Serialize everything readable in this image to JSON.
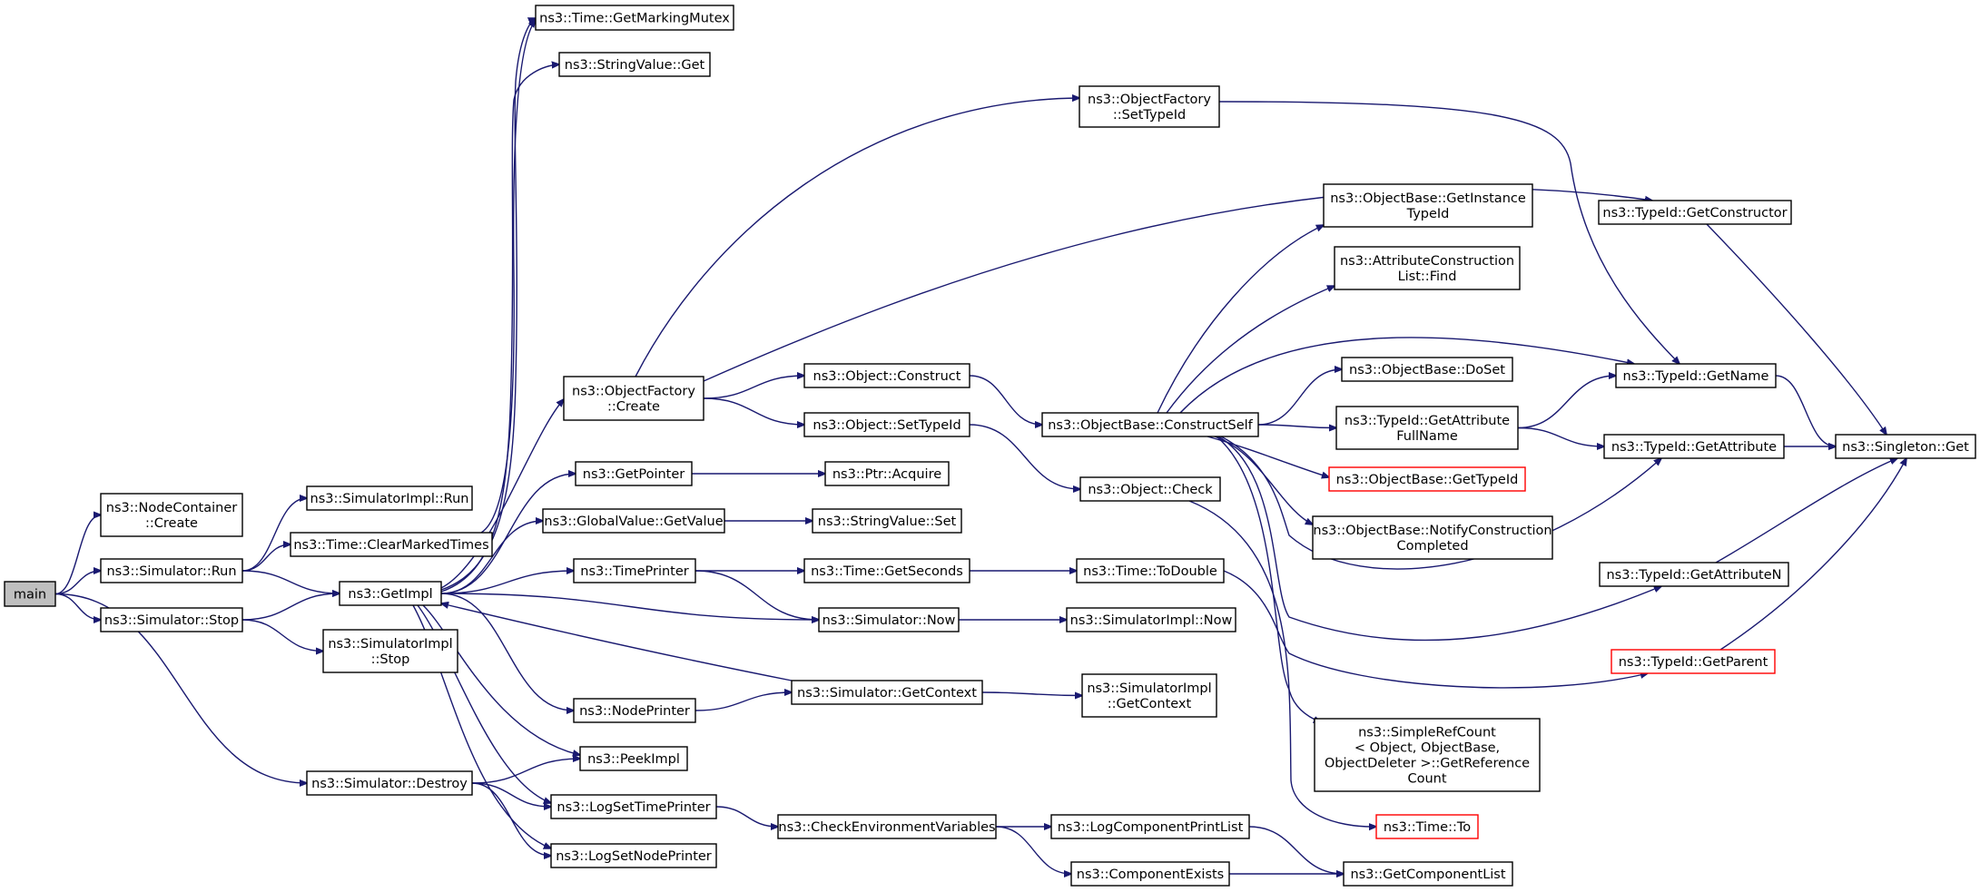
{
  "diagram": {
    "edge_color": "#191970",
    "nodes": [
      {
        "id": "main",
        "lines": [
          "main"
        ],
        "style": "current"
      },
      {
        "id": "nc_create",
        "lines": [
          "ns3::NodeContainer",
          "::Create"
        ],
        "style": "normal"
      },
      {
        "id": "sim_run",
        "lines": [
          "ns3::Simulator::Run"
        ],
        "style": "normal"
      },
      {
        "id": "sim_stop",
        "lines": [
          "ns3::Simulator::Stop"
        ],
        "style": "normal"
      },
      {
        "id": "sim_destroy",
        "lines": [
          "ns3::Simulator::Destroy"
        ],
        "style": "normal"
      },
      {
        "id": "simimpl_run",
        "lines": [
          "ns3::SimulatorImpl::Run"
        ],
        "style": "normal"
      },
      {
        "id": "time_clear",
        "lines": [
          "ns3::Time::ClearMarkedTimes"
        ],
        "style": "normal"
      },
      {
        "id": "getimpl",
        "lines": [
          "ns3::GetImpl"
        ],
        "style": "normal"
      },
      {
        "id": "simimpl_stop",
        "lines": [
          "ns3::SimulatorImpl",
          "::Stop"
        ],
        "style": "normal"
      },
      {
        "id": "time_mutex",
        "lines": [
          "ns3::Time::GetMarkingMutex"
        ],
        "style": "normal"
      },
      {
        "id": "strval_get",
        "lines": [
          "ns3::StringValue::Get"
        ],
        "style": "normal"
      },
      {
        "id": "of_create",
        "lines": [
          "ns3::ObjectFactory",
          "::Create"
        ],
        "style": "normal"
      },
      {
        "id": "getpointer",
        "lines": [
          "ns3::GetPointer"
        ],
        "style": "normal"
      },
      {
        "id": "gv_getvalue",
        "lines": [
          "ns3::GlobalValue::GetValue"
        ],
        "style": "normal"
      },
      {
        "id": "timeprinter",
        "lines": [
          "ns3::TimePrinter"
        ],
        "style": "normal"
      },
      {
        "id": "nodeprinter",
        "lines": [
          "ns3::NodePrinter"
        ],
        "style": "normal"
      },
      {
        "id": "peekimpl",
        "lines": [
          "ns3::PeekImpl"
        ],
        "style": "normal"
      },
      {
        "id": "logsettime",
        "lines": [
          "ns3::LogSetTimePrinter"
        ],
        "style": "normal"
      },
      {
        "id": "logsetnode",
        "lines": [
          "ns3::LogSetNodePrinter"
        ],
        "style": "normal"
      },
      {
        "id": "of_settypeid",
        "lines": [
          "ns3::ObjectFactory",
          "::SetTypeId"
        ],
        "style": "normal"
      },
      {
        "id": "obj_construct",
        "lines": [
          "ns3::Object::Construct"
        ],
        "style": "normal"
      },
      {
        "id": "obj_settypeid",
        "lines": [
          "ns3::Object::SetTypeId"
        ],
        "style": "normal"
      },
      {
        "id": "ptr_acquire",
        "lines": [
          "ns3::Ptr::Acquire"
        ],
        "style": "normal"
      },
      {
        "id": "strval_set",
        "lines": [
          "ns3::StringValue::Set"
        ],
        "style": "normal"
      },
      {
        "id": "time_getseconds",
        "lines": [
          "ns3::Time::GetSeconds"
        ],
        "style": "normal"
      },
      {
        "id": "sim_now",
        "lines": [
          "ns3::Simulator::Now"
        ],
        "style": "normal"
      },
      {
        "id": "sim_getcontext",
        "lines": [
          "ns3::Simulator::GetContext"
        ],
        "style": "normal"
      },
      {
        "id": "checkenv",
        "lines": [
          "ns3::CheckEnvironmentVariables"
        ],
        "style": "normal"
      },
      {
        "id": "ob_constructself",
        "lines": [
          "ns3::ObjectBase::ConstructSelf"
        ],
        "style": "normal"
      },
      {
        "id": "obj_check",
        "lines": [
          "ns3::Object::Check"
        ],
        "style": "normal"
      },
      {
        "id": "time_todouble",
        "lines": [
          "ns3::Time::ToDouble"
        ],
        "style": "normal"
      },
      {
        "id": "simimpl_now",
        "lines": [
          "ns3::SimulatorImpl::Now"
        ],
        "style": "normal"
      },
      {
        "id": "simimpl_getcontext",
        "lines": [
          "ns3::SimulatorImpl",
          "::GetContext"
        ],
        "style": "normal"
      },
      {
        "id": "logcompprint",
        "lines": [
          "ns3::LogComponentPrintList"
        ],
        "style": "normal"
      },
      {
        "id": "compexists",
        "lines": [
          "ns3::ComponentExists"
        ],
        "style": "normal"
      },
      {
        "id": "ob_getinstancetypeid",
        "lines": [
          "ns3::ObjectBase::GetInstance",
          "TypeId"
        ],
        "style": "normal"
      },
      {
        "id": "acl_find",
        "lines": [
          "ns3::AttributeConstruction",
          "List::Find"
        ],
        "style": "normal"
      },
      {
        "id": "ob_doset",
        "lines": [
          "ns3::ObjectBase::DoSet"
        ],
        "style": "normal"
      },
      {
        "id": "tid_getattrfullname",
        "lines": [
          "ns3::TypeId::GetAttribute",
          "FullName"
        ],
        "style": "normal"
      },
      {
        "id": "ob_gettypeid",
        "lines": [
          "ns3::ObjectBase::GetTypeId"
        ],
        "style": "red"
      },
      {
        "id": "ob_notify",
        "lines": [
          "ns3::ObjectBase::NotifyConstruction",
          "Completed"
        ],
        "style": "normal"
      },
      {
        "id": "src_getrefcount",
        "lines": [
          "ns3::SimpleRefCount",
          "< Object, ObjectBase,",
          " ObjectDeleter >::GetReference",
          "Count"
        ],
        "style": "normal"
      },
      {
        "id": "time_to",
        "lines": [
          "ns3::Time::To"
        ],
        "style": "red"
      },
      {
        "id": "getcomplist",
        "lines": [
          "ns3::GetComponentList"
        ],
        "style": "normal"
      },
      {
        "id": "tid_getconstructor",
        "lines": [
          "ns3::TypeId::GetConstructor"
        ],
        "style": "normal"
      },
      {
        "id": "tid_getname",
        "lines": [
          "ns3::TypeId::GetName"
        ],
        "style": "normal"
      },
      {
        "id": "tid_getattribute",
        "lines": [
          "ns3::TypeId::GetAttribute"
        ],
        "style": "normal"
      },
      {
        "id": "tid_getattributen",
        "lines": [
          "ns3::TypeId::GetAttributeN"
        ],
        "style": "normal"
      },
      {
        "id": "tid_getparent",
        "lines": [
          "ns3::TypeId::GetParent"
        ],
        "style": "red"
      },
      {
        "id": "singleton_get",
        "lines": [
          "ns3::Singleton::Get"
        ],
        "style": "normal"
      }
    ],
    "edges": [
      [
        "main",
        "nc_create"
      ],
      [
        "main",
        "sim_run"
      ],
      [
        "main",
        "sim_stop"
      ],
      [
        "main",
        "sim_destroy"
      ],
      [
        "sim_run",
        "simimpl_run"
      ],
      [
        "sim_run",
        "time_clear"
      ],
      [
        "sim_run",
        "getimpl"
      ],
      [
        "sim_stop",
        "getimpl"
      ],
      [
        "sim_stop",
        "simimpl_stop"
      ],
      [
        "sim_destroy",
        "peekimpl"
      ],
      [
        "sim_destroy",
        "logsettime"
      ],
      [
        "sim_destroy",
        "logsetnode"
      ],
      [
        "time_clear",
        "time_mutex"
      ],
      [
        "getimpl",
        "time_mutex"
      ],
      [
        "getimpl",
        "strval_get"
      ],
      [
        "getimpl",
        "of_create"
      ],
      [
        "getimpl",
        "getpointer"
      ],
      [
        "getimpl",
        "gv_getvalue"
      ],
      [
        "getimpl",
        "timeprinter"
      ],
      [
        "getimpl",
        "sim_now"
      ],
      [
        "getimpl",
        "nodeprinter"
      ],
      [
        "getimpl",
        "peekimpl"
      ],
      [
        "getimpl",
        "logsettime"
      ],
      [
        "getimpl",
        "logsetnode"
      ],
      [
        "of_create",
        "of_settypeid"
      ],
      [
        "of_create",
        "tid_getconstructor"
      ],
      [
        "of_create",
        "obj_construct"
      ],
      [
        "of_create",
        "obj_settypeid"
      ],
      [
        "getpointer",
        "ptr_acquire"
      ],
      [
        "gv_getvalue",
        "strval_set"
      ],
      [
        "timeprinter",
        "time_getseconds"
      ],
      [
        "timeprinter",
        "sim_now"
      ],
      [
        "nodeprinter",
        "sim_getcontext"
      ],
      [
        "sim_getcontext",
        "getimpl"
      ],
      [
        "sim_getcontext",
        "simimpl_getcontext"
      ],
      [
        "sim_now",
        "simimpl_now"
      ],
      [
        "logsettime",
        "checkenv"
      ],
      [
        "checkenv",
        "logcompprint"
      ],
      [
        "checkenv",
        "compexists"
      ],
      [
        "logcompprint",
        "getcomplist"
      ],
      [
        "compexists",
        "getcomplist"
      ],
      [
        "obj_construct",
        "ob_constructself"
      ],
      [
        "obj_settypeid",
        "obj_check"
      ],
      [
        "obj_check",
        "time_to"
      ],
      [
        "time_getseconds",
        "time_todouble"
      ],
      [
        "time_todouble",
        "tid_getparent"
      ],
      [
        "ob_constructself",
        "ob_getinstancetypeid"
      ],
      [
        "ob_constructself",
        "acl_find"
      ],
      [
        "ob_constructself",
        "tid_getname"
      ],
      [
        "ob_constructself",
        "ob_doset"
      ],
      [
        "ob_constructself",
        "tid_getattrfullname"
      ],
      [
        "ob_constructself",
        "ob_gettypeid"
      ],
      [
        "ob_constructself",
        "ob_notify"
      ],
      [
        "ob_constructself",
        "tid_getattribute"
      ],
      [
        "ob_constructself",
        "tid_getattributen"
      ],
      [
        "ob_constructself",
        "src_getrefcount"
      ],
      [
        "of_settypeid",
        "tid_getname"
      ],
      [
        "tid_getattrfullname",
        "tid_getname"
      ],
      [
        "tid_getattrfullname",
        "tid_getattribute"
      ],
      [
        "tid_getconstructor",
        "singleton_get"
      ],
      [
        "tid_getname",
        "singleton_get"
      ],
      [
        "tid_getattribute",
        "singleton_get"
      ],
      [
        "tid_getattributen",
        "singleton_get"
      ],
      [
        "tid_getparent",
        "singleton_get"
      ]
    ]
  }
}
